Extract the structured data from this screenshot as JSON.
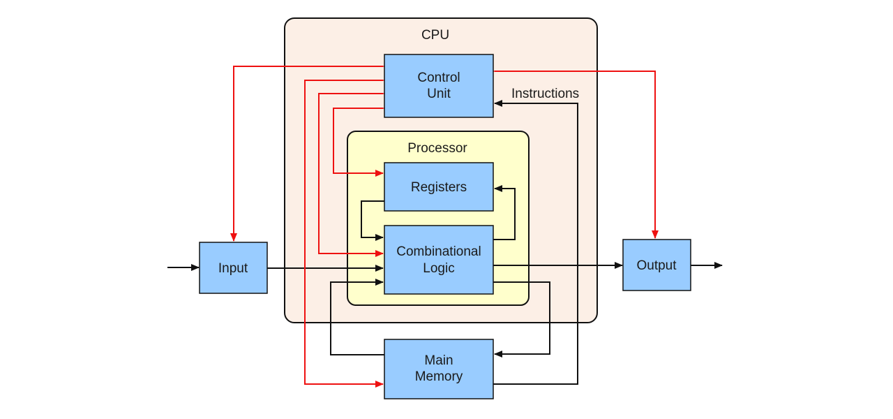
{
  "cpu": {
    "label": "CPU"
  },
  "processor": {
    "label": "Processor"
  },
  "control_unit": {
    "line1": "Control",
    "line2": "Unit"
  },
  "registers": {
    "label": "Registers"
  },
  "combinational_logic": {
    "line1": "Combinational",
    "line2": "Logic"
  },
  "input": {
    "label": "Input"
  },
  "output": {
    "label": "Output"
  },
  "main_memory": {
    "line1": "Main",
    "line2": "Memory"
  },
  "instructions": {
    "label": "Instructions"
  },
  "colors": {
    "cpu_fill": "#fcefe6",
    "processor_fill": "#ffffcc",
    "box_fill": "#99ccff",
    "control_arrow": "#ee1111",
    "data_arrow": "#111111"
  }
}
